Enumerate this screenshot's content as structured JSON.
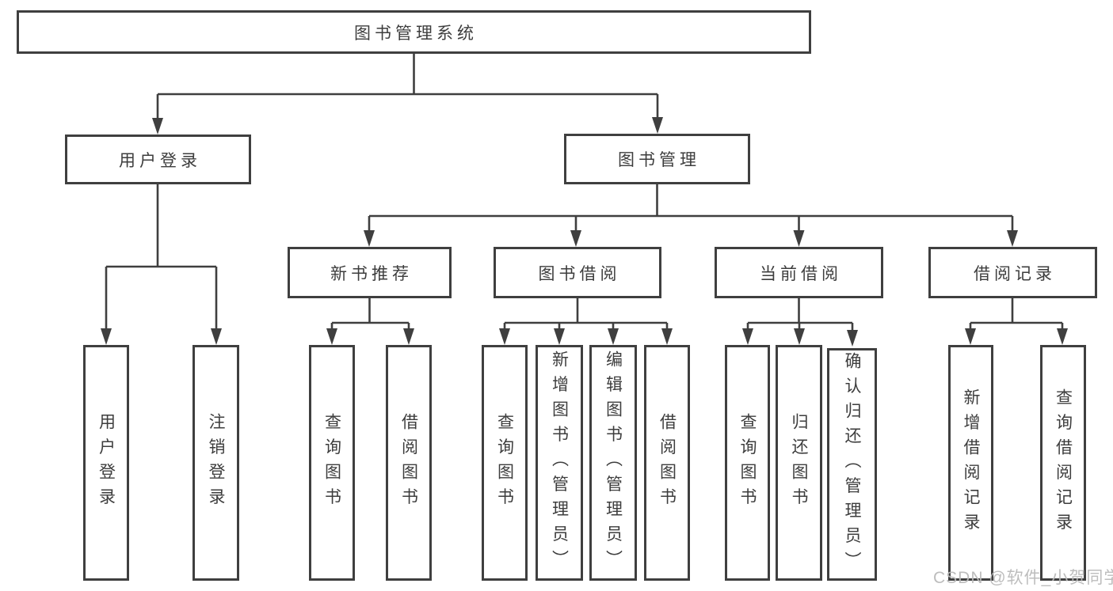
{
  "diagram": {
    "title": "图书管理系统",
    "colors": {
      "line": "#3f3f3f",
      "box_border": "#3f3f3f",
      "text": "#3d3d3d",
      "background": "#ffffff",
      "watermark": "#b9b9b9"
    },
    "nodes": {
      "root": {
        "label": "图书管理系统"
      },
      "user_login": {
        "label": "用户登录"
      },
      "book_mgmt": {
        "label": "图书管理"
      },
      "new_book": {
        "label": "新书推荐"
      },
      "book_borrow": {
        "label": "图书借阅"
      },
      "current_borrow": {
        "label": "当前借阅"
      },
      "borrow_record": {
        "label": "借阅记录"
      },
      "leaf_user_login": {
        "label": "用户登录"
      },
      "leaf_logout": {
        "label": "注销登录"
      },
      "nb_query": {
        "label": "查询图书"
      },
      "nb_borrow": {
        "label": "借阅图书"
      },
      "bb_query": {
        "label": "查询图书"
      },
      "bb_add": {
        "label": "新增图书（管理员）"
      },
      "bb_edit": {
        "label": "编辑图书（管理员）"
      },
      "bb_borrow": {
        "label": "借阅图书"
      },
      "cb_query": {
        "label": "查询图书"
      },
      "cb_return": {
        "label": "归还图书"
      },
      "cb_confirm": {
        "label": "确认归还（管理员）"
      },
      "br_add": {
        "label": "新增借阅记录"
      },
      "br_query": {
        "label": "查询借阅记录"
      }
    },
    "hierarchy": {
      "图书管理系统": {
        "用户登录": [
          "用户登录",
          "注销登录"
        ],
        "图书管理": {
          "新书推荐": [
            "查询图书",
            "借阅图书"
          ],
          "图书借阅": [
            "查询图书",
            "新增图书（管理员）",
            "编辑图书（管理员）",
            "借阅图书"
          ],
          "当前借阅": [
            "查询图书",
            "归还图书",
            "确认归还（管理员）"
          ],
          "借阅记录": [
            "新增借阅记录",
            "查询借阅记录"
          ]
        }
      }
    },
    "watermark": "CSDN @软件_小贺同学"
  }
}
